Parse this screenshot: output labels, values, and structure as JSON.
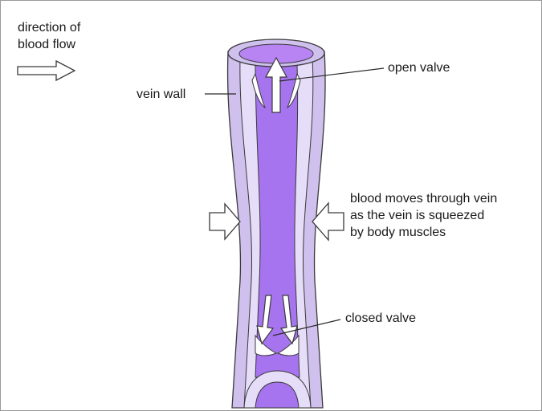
{
  "legend": {
    "line1": "direction of",
    "line2": "blood flow"
  },
  "labels": {
    "vein_wall": "vein wall",
    "open_valve": "open valve",
    "closed_valve": "closed valve",
    "squeeze_line1": "blood moves through vein",
    "squeeze_line2": "as the vein is squeezed",
    "squeeze_line3": "by body muscles"
  },
  "colors": {
    "wall_outer": "#cfc0ee",
    "wall_inner": "#e6ddf8",
    "lumen": "#a674ef",
    "lumen_top": "#b884f4",
    "outline": "#3a3a3a",
    "arrow_fill": "#ffffff"
  },
  "icons": {
    "flow_arrow": "hollow-arrow-right-icon",
    "squeeze_left": "hollow-arrow-right-icon",
    "squeeze_right": "hollow-arrow-left-icon",
    "open_valve_arrow": "arrow-up-icon",
    "closed_valve_arrows": "arrow-down-icon"
  }
}
